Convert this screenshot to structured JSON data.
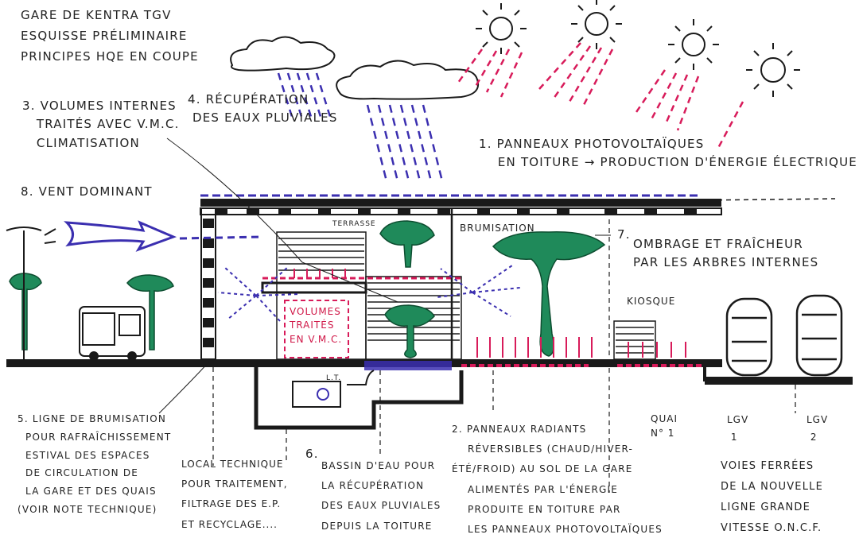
{
  "title": {
    "line1": "Gare de Kentra TGV",
    "line2": "Esquisse préliminaire",
    "line3": "Principes HQE en coupe"
  },
  "notes": {
    "n1": "1. Panneaux photovoltaïques\n    en toiture → production d'énergie électrique",
    "n2": "2. Panneaux radiants\n    réversibles (chaud/hiver-\nété/froid) au sol de la gare\n    alimentés par l'énergie\n    produite en toiture par\n    les panneaux photovoltaïques",
    "n3": "3. Volumes internes\n   traités avec V.M.C.\n   climatisation",
    "n4": "4. Récupération\n des eaux pluviales",
    "n5": "5. Ligne de brumisation\n  pour rafraîchissement\n  estival des espaces\n  de circulation de\n  la gare et des quais\n(voir note technique)",
    "n6": "6.",
    "n6_text": "bassin d'eau pour\nla récupération\ndes eaux pluviales\ndepuis la toiture",
    "n7": "7.",
    "n7_text": "ombrage et fraîcheur\npar les arbres internes",
    "n8": "8. Vent dominant"
  },
  "labels": {
    "terrasse": "Terrasse",
    "brumisation": "Brumisation",
    "kiosque": "Kiosque",
    "volumes_box": "Volumes\ntraités\nen V.M.C.",
    "local_technique": "Local technique\npour traitement,\nfiltrage des E.P.\net recyclage....",
    "lt": "L.T.",
    "quai": "Quai\nN° 1",
    "lgv1": "LGV\n 1",
    "lgv2": "LGV\n 2",
    "voies": "Voies ferrées\nde la nouvelle\nligne grande\nvitesse O.N.C.F."
  },
  "colors": {
    "ink": "#1a1a1a",
    "rain": "#3b2fb0",
    "sun_arrow": "#d81b5a",
    "tree": "#1f8a5a",
    "wind": "#3b2fb0"
  }
}
